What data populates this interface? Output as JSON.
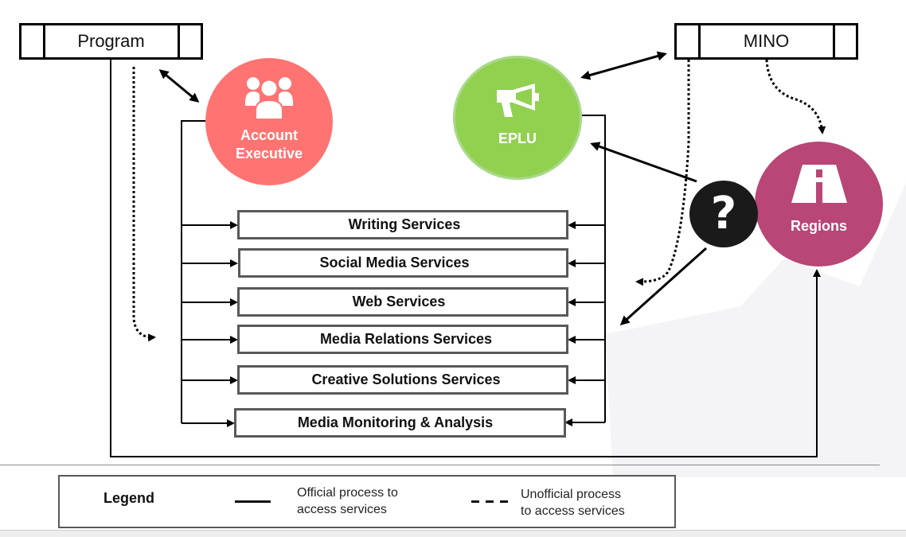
{
  "diagram": {
    "actors": {
      "program": "Program",
      "mino": "MINO"
    },
    "nodes": {
      "account_executive": {
        "label_line1": "Account",
        "label_line2": "Executive",
        "color": "#ff7472",
        "icon": "people-group-icon"
      },
      "eplu": {
        "label": "EPLU",
        "color": "#92d050",
        "border_color": "#a9d98a",
        "icon": "megaphone-icon"
      },
      "regions": {
        "label": "Regions",
        "color": "#b84676",
        "icon": "road-icon"
      },
      "unknown": {
        "label": "?",
        "color": "#1a1a1a",
        "icon": "question-mark-icon"
      }
    },
    "services": [
      "Writing Services",
      "Social Media Services",
      "Web Services",
      "Media Relations Services",
      "Creative Solutions Services",
      "Media Monitoring & Analysis"
    ]
  },
  "legend": {
    "title": "Legend",
    "official_line1": "Official process to",
    "official_line2": "access services",
    "unofficial_line1": "Unofficial process",
    "unofficial_line2": "to access services"
  }
}
